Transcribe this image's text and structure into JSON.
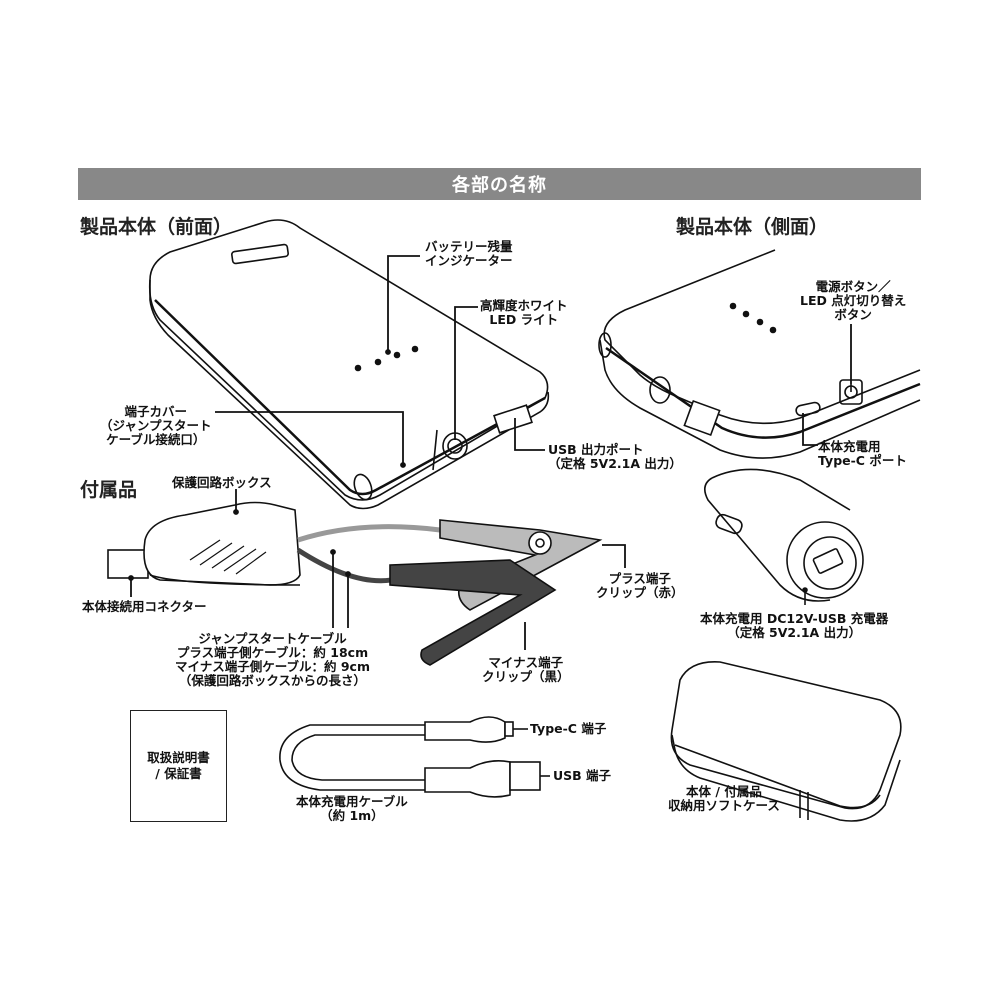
{
  "banner": {
    "title": "各部の名称",
    "color": "#888888"
  },
  "sections": {
    "front": "製品本体（前面）",
    "side": "製品本体（側面）",
    "accessories": "付属品"
  },
  "front_labels": {
    "battery_indicator": [
      "バッテリー残量",
      "インジケーター"
    ],
    "led_light": [
      "高輝度ホワイト",
      "LED ライト"
    ],
    "terminal_cover": [
      "端子カバー",
      "（ジャンプスタート",
      "ケーブル接続口）"
    ],
    "usb_output": [
      "USB 出力ポート",
      "（定格 5V2.1A 出力）"
    ]
  },
  "side_labels": {
    "power_button": [
      "電源ボタン／",
      "LED 点灯切り替え",
      "ボタン"
    ],
    "typec_port": [
      "本体充電用",
      "Type-C ポート"
    ]
  },
  "accessory_labels": {
    "protection_box": "保護回路ボックス",
    "connector": "本体接続用コネクター",
    "jump_cable": [
      "ジャンプスタートケーブル",
      "プラス端子側ケーブル：約 18cm",
      "マイナス端子側ケーブル：約 9cm",
      "（保護回路ボックスからの長さ）"
    ],
    "plus_clip": [
      "プラス端子",
      "クリップ（赤）"
    ],
    "minus_clip": [
      "マイナス端子",
      "クリップ（黒）"
    ],
    "car_charger": [
      "本体充電用 DC12V-USB 充電器",
      "（定格 5V2.1A 出力）"
    ],
    "manual": [
      "取扱説明書",
      "/ 保証書"
    ],
    "typec_end": "Type-C 端子",
    "usb_end": "USB 端子",
    "charge_cable": [
      "本体充電用ケーブル",
      "（約 1m）"
    ],
    "soft_case": [
      "本体 / 付属品",
      "収納用ソフトケース"
    ]
  }
}
